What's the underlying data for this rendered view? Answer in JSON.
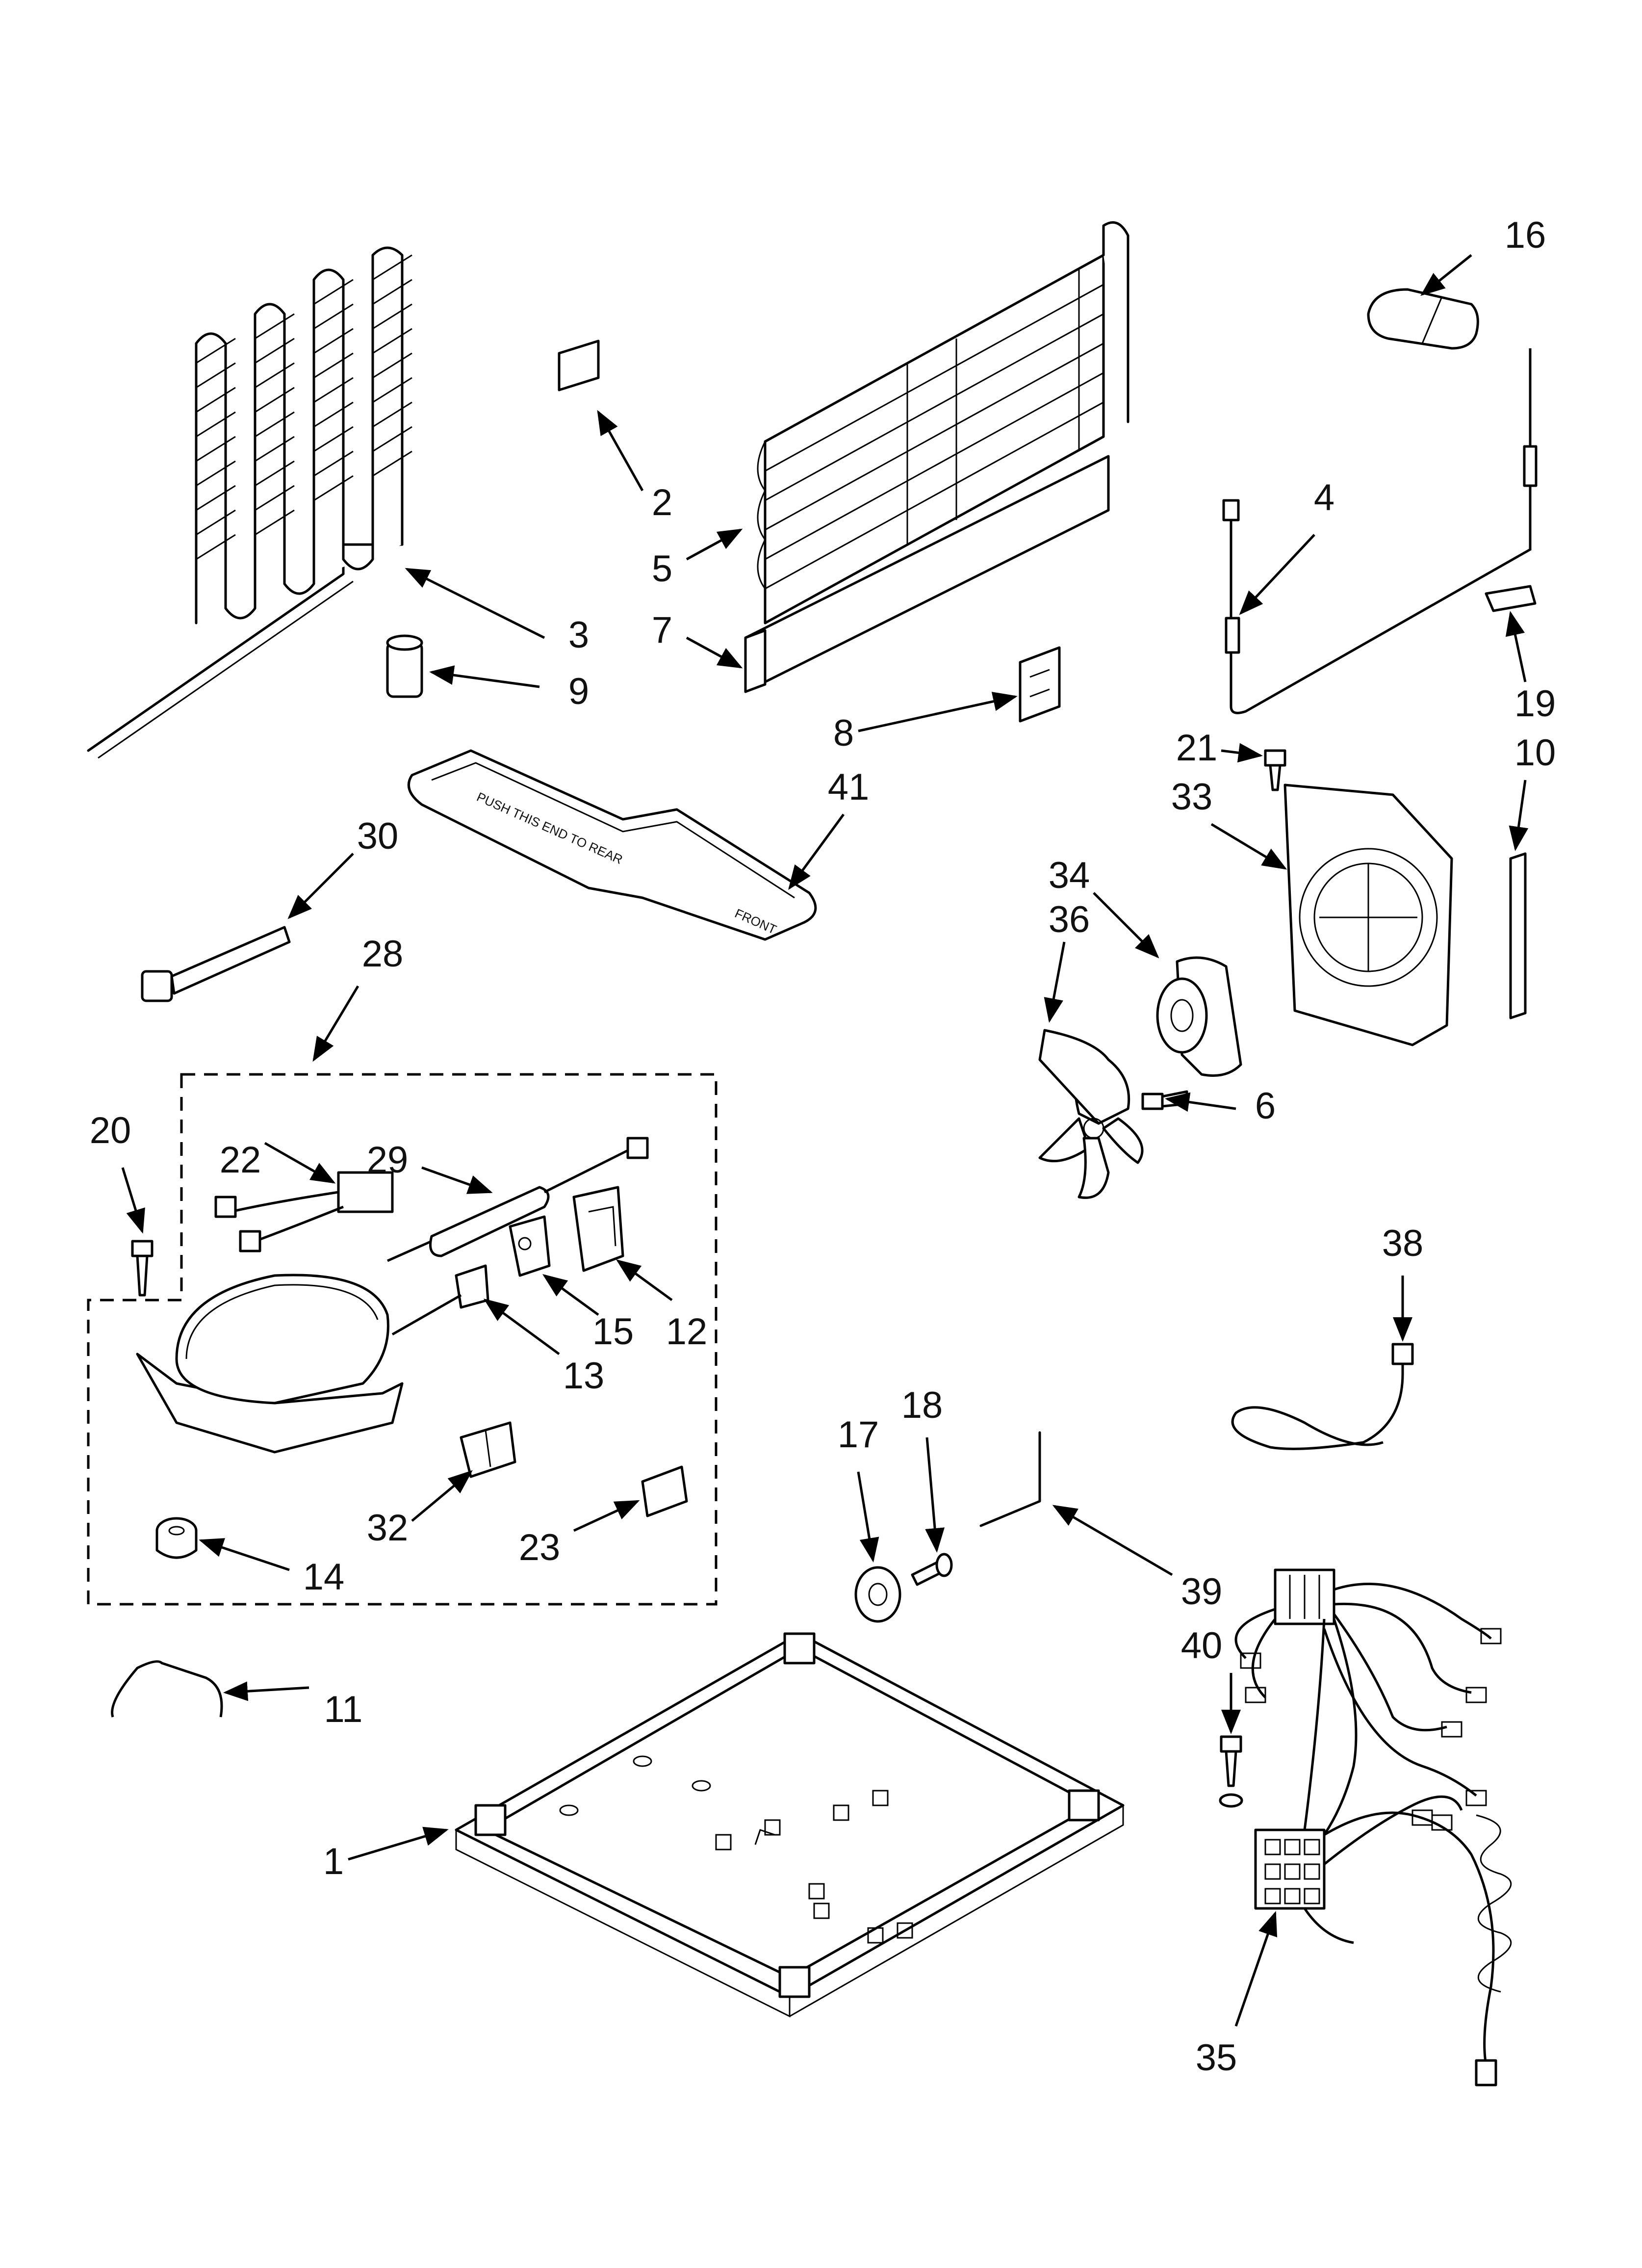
{
  "diagram": {
    "callouts": [
      {
        "id": "1",
        "text": "1"
      },
      {
        "id": "2",
        "text": "2"
      },
      {
        "id": "3",
        "text": "3"
      },
      {
        "id": "4",
        "text": "4"
      },
      {
        "id": "5",
        "text": "5"
      },
      {
        "id": "6",
        "text": "6"
      },
      {
        "id": "7",
        "text": "7"
      },
      {
        "id": "8",
        "text": "8"
      },
      {
        "id": "9",
        "text": "9"
      },
      {
        "id": "10",
        "text": "10"
      },
      {
        "id": "11",
        "text": "11"
      },
      {
        "id": "12",
        "text": "12"
      },
      {
        "id": "13",
        "text": "13"
      },
      {
        "id": "14",
        "text": "14"
      },
      {
        "id": "15",
        "text": "15"
      },
      {
        "id": "16",
        "text": "16"
      },
      {
        "id": "17",
        "text": "17"
      },
      {
        "id": "18",
        "text": "18"
      },
      {
        "id": "19",
        "text": "19"
      },
      {
        "id": "20",
        "text": "20"
      },
      {
        "id": "21",
        "text": "21"
      },
      {
        "id": "22",
        "text": "22"
      },
      {
        "id": "23",
        "text": "23"
      },
      {
        "id": "28",
        "text": "28"
      },
      {
        "id": "29",
        "text": "29"
      },
      {
        "id": "30",
        "text": "30"
      },
      {
        "id": "32",
        "text": "32"
      },
      {
        "id": "33",
        "text": "33"
      },
      {
        "id": "34",
        "text": "34"
      },
      {
        "id": "35",
        "text": "35"
      },
      {
        "id": "36",
        "text": "36"
      },
      {
        "id": "38",
        "text": "38"
      },
      {
        "id": "39",
        "text": "39"
      },
      {
        "id": "40",
        "text": "40"
      },
      {
        "id": "41",
        "text": "41"
      }
    ],
    "pan_text": "PUSH THIS END TO REAR",
    "pan_front_text": "FRONT",
    "line_color": "#000000",
    "background": "#ffffff"
  }
}
